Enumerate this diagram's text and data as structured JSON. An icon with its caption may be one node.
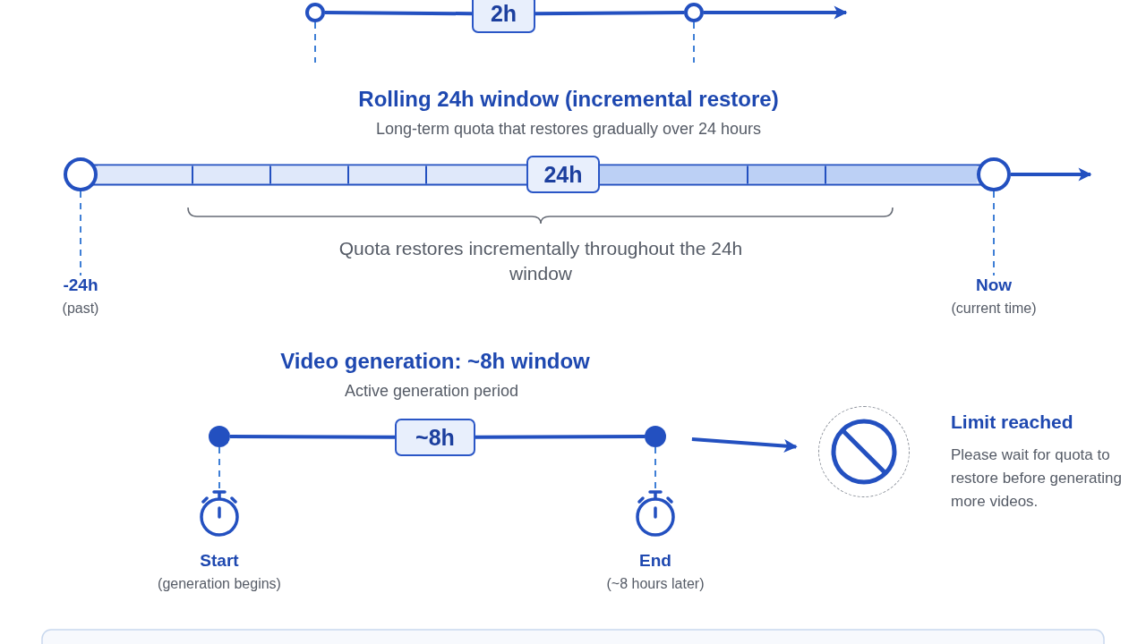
{
  "diagram": {
    "nodes": [
      {
        "text": [],
        "shape": "circle"
      },
      {
        "text": [
          "2h"
        ]
      },
      {
        "text": [],
        "shape": "circle"
      },
      {
        "text": [],
        "shape": "circle"
      },
      {
        "text": [
          "24h"
        ]
      },
      {
        "text": [],
        "shape": "circle"
      },
      {
        "text": [
          "-24h",
          "(past)"
        ]
      },
      {
        "text": [
          "Now",
          "(current time)"
        ]
      },
      {
        "text": [],
        "shape": "circle"
      },
      {
        "text": [
          "~8h"
        ]
      },
      {
        "text": [],
        "shape": "circle"
      },
      {
        "text": [
          "Start",
          "(generation begins)"
        ]
      },
      {
        "text": [
          "End",
          "(~8 hours later)"
        ]
      },
      {
        "text": [],
        "shape": "circle",
        "beside": [
          "Limit reached",
          "Please wait for quota to restore before generating more videos."
        ]
      }
    ],
    "edges": [
      {
        "from": 0,
        "to": 1,
        "arrow": "none"
      },
      {
        "from": 1,
        "to": 2,
        "arrow": "none"
      },
      {
        "from": 2,
        "to": null,
        "arrow": "to"
      },
      {
        "from": 0,
        "to": null,
        "arrow": "none",
        "style": "dashed",
        "color": "#3f7fd6"
      },
      {
        "from": 2,
        "to": null,
        "arrow": "none",
        "style": "dashed",
        "color": "#3f7fd6"
      },
      {
        "from": 3,
        "to": 4,
        "arrow": "none",
        "style": "thick",
        "color": "#dfe8fa"
      },
      {
        "from": 4,
        "to": 5,
        "arrow": "none",
        "style": "thick",
        "color": "#bcd0f5"
      },
      {
        "from": 5,
        "to": null,
        "arrow": "to"
      },
      {
        "from": 3,
        "to": 6,
        "arrow": "none",
        "style": "dashed",
        "color": "#3f7fd6"
      },
      {
        "from": 5,
        "to": 7,
        "arrow": "none",
        "style": "dashed",
        "color": "#3f7fd6"
      },
      {
        "from": 8,
        "to": 9,
        "arrow": "none"
      },
      {
        "from": 9,
        "to": 10,
        "arrow": "none"
      },
      {
        "from": 10,
        "to": 13,
        "arrow": "to"
      },
      {
        "from": 8,
        "to": 11,
        "arrow": "none",
        "style": "dashed",
        "color": "#3f7fd6"
      },
      {
        "from": 10,
        "to": 12,
        "arrow": "none",
        "style": "dashed",
        "color": "#3f7fd6"
      }
    ],
    "labels": [
      "Rolling 24h window (incremental restore)",
      "Long-term quota that restores gradually over 24 hours",
      "Quota restores incrementally throughout the 24h window",
      "Video generation: ~8h window",
      "Active generation period"
    ]
  }
}
